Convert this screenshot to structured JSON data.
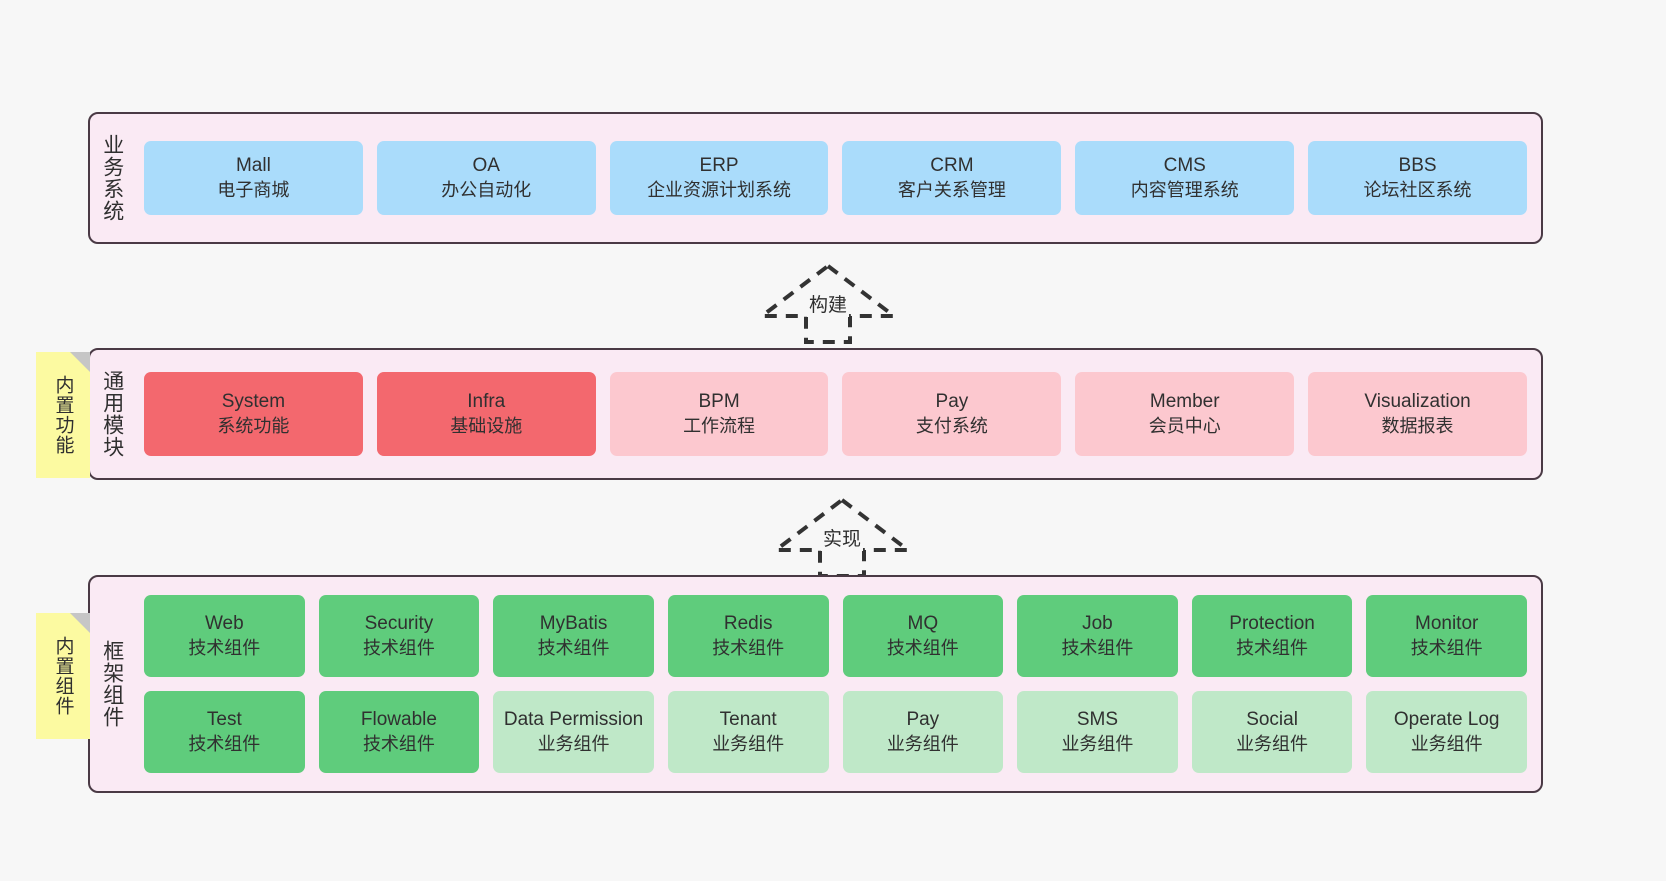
{
  "diagram": {
    "background_color": "#f7f7f7",
    "container_fill": "#faeaf4",
    "container_border": "#4a3a45"
  },
  "layers": [
    {
      "id": "business",
      "title": "业务系统",
      "card_color": "#aadcfb",
      "cards": [
        {
          "en": "Mall",
          "cn": "电子商城"
        },
        {
          "en": "OA",
          "cn": "办公自动化"
        },
        {
          "en": "ERP",
          "cn": "企业资源计划系统"
        },
        {
          "en": "CRM",
          "cn": "客户关系管理"
        },
        {
          "en": "CMS",
          "cn": "内容管理系统"
        },
        {
          "en": "BBS",
          "cn": "论坛社区系统"
        }
      ]
    },
    {
      "id": "modules",
      "title": "通用模块",
      "sticky": "内置功能",
      "card_color_primary": "#f3686e",
      "card_color_secondary": "#fcc8cf",
      "cards": [
        {
          "en": "System",
          "cn": "系统功能",
          "style": "hot"
        },
        {
          "en": "Infra",
          "cn": "基础设施",
          "style": "hot"
        },
        {
          "en": "BPM",
          "cn": "工作流程",
          "style": "warm"
        },
        {
          "en": "Pay",
          "cn": "支付系统",
          "style": "warm"
        },
        {
          "en": "Member",
          "cn": "会员中心",
          "style": "warm"
        },
        {
          "en": "Visualization",
          "cn": "数据报表",
          "style": "warm"
        }
      ]
    },
    {
      "id": "framework",
      "title": "框架组件",
      "sticky": "内置组件",
      "card_color_tech": "#5fcc7c",
      "card_color_biz": "#bfe8c8",
      "row1": [
        {
          "en": "Web",
          "cn": "技术组件",
          "style": "tech"
        },
        {
          "en": "Security",
          "cn": "技术组件",
          "style": "tech"
        },
        {
          "en": "MyBatis",
          "cn": "技术组件",
          "style": "tech"
        },
        {
          "en": "Redis",
          "cn": "技术组件",
          "style": "tech"
        },
        {
          "en": "MQ",
          "cn": "技术组件",
          "style": "tech"
        },
        {
          "en": "Job",
          "cn": "技术组件",
          "style": "tech"
        },
        {
          "en": "Protection",
          "cn": "技术组件",
          "style": "tech"
        },
        {
          "en": "Monitor",
          "cn": "技术组件",
          "style": "tech"
        }
      ],
      "row2": [
        {
          "en": "Test",
          "cn": "技术组件",
          "style": "tech"
        },
        {
          "en": "Flowable",
          "cn": "技术组件",
          "style": "tech"
        },
        {
          "en": "Data Permission",
          "cn": "业务组件",
          "style": "biz"
        },
        {
          "en": "Tenant",
          "cn": "业务组件",
          "style": "biz"
        },
        {
          "en": "Pay",
          "cn": "业务组件",
          "style": "biz"
        },
        {
          "en": "SMS",
          "cn": "业务组件",
          "style": "biz"
        },
        {
          "en": "Social",
          "cn": "业务组件",
          "style": "biz"
        },
        {
          "en": "Operate Log",
          "cn": "业务组件",
          "style": "biz"
        }
      ]
    }
  ],
  "arrows": [
    {
      "id": "build",
      "label": "构建",
      "style": "dashed-hollow-up"
    },
    {
      "id": "impl",
      "label": "实现",
      "style": "dashed-hollow-up"
    }
  ]
}
